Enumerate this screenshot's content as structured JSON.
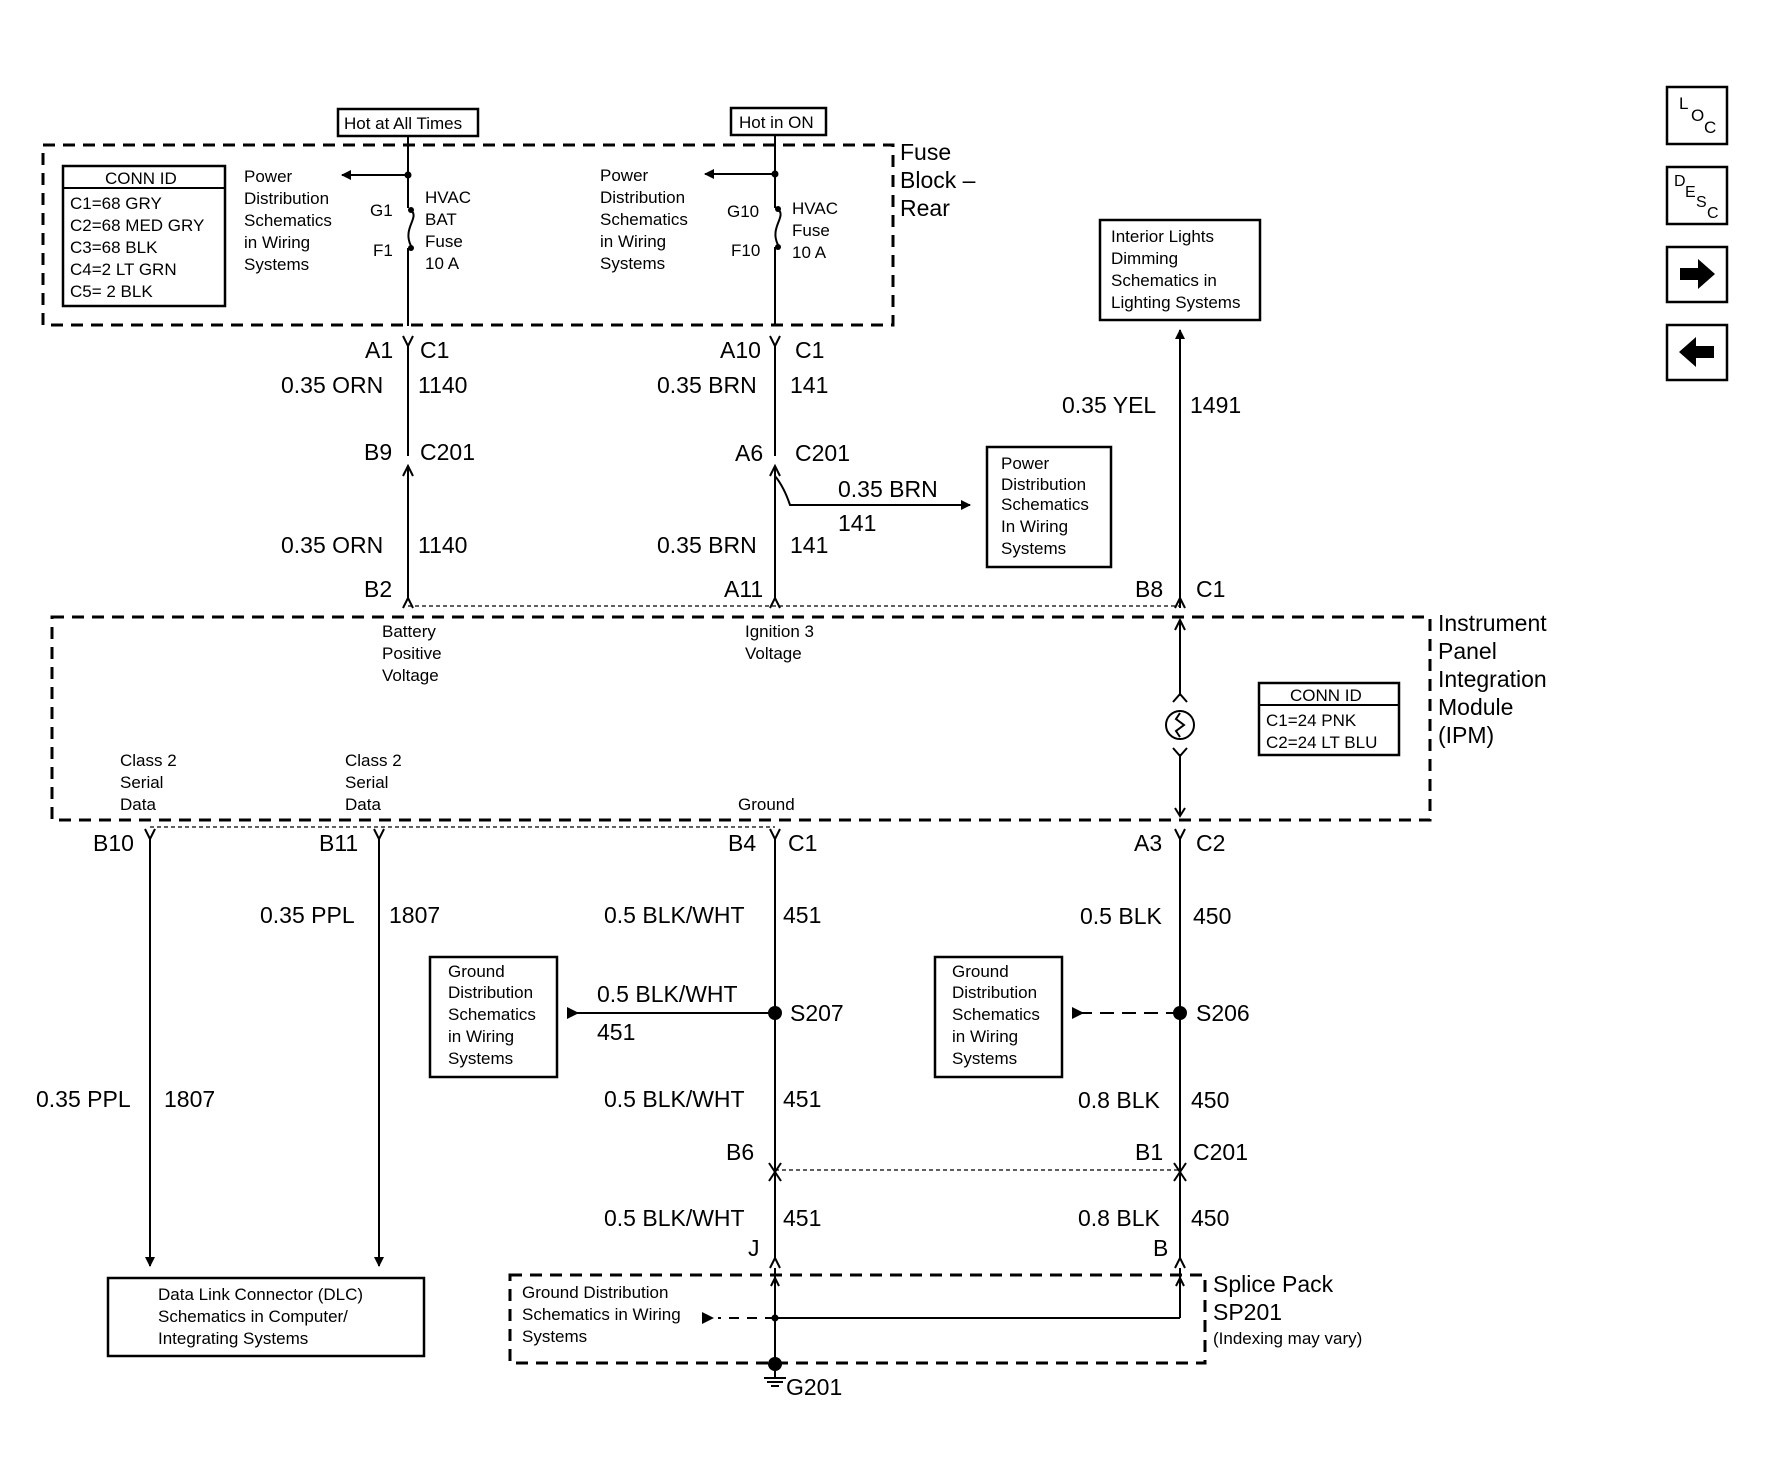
{
  "nav": {
    "loc_letters": [
      "L",
      "O",
      "C"
    ],
    "desc_letters": [
      "D",
      "E",
      "S",
      "C"
    ],
    "next_icon": "arrow-right-icon",
    "prev_icon": "arrow-left-icon"
  },
  "fuse_block": {
    "title": [
      "Fuse",
      "Block –",
      "Rear"
    ],
    "hot_all_times": "Hot at All Times",
    "hot_in_on": "Hot in ON",
    "conn_id": {
      "header": "CONN ID",
      "rows": [
        "C1=68 GRY",
        "C2=68 MED GRY",
        "C3=68 BLK",
        "C4=2 LT GRN",
        "C5= 2 BLK"
      ]
    },
    "pd_ref_1": [
      "Power",
      "Distribution",
      "Schematics",
      "in Wiring",
      "Systems"
    ],
    "pd_ref_2": [
      "Power",
      "Distribution",
      "Schematics",
      "in Wiring",
      "Systems"
    ],
    "fuse_1": {
      "top_pin": "G1",
      "bottom_pin": "F1",
      "label": [
        "HVAC",
        "BAT",
        "Fuse",
        "10 A"
      ]
    },
    "fuse_2": {
      "top_pin": "G10",
      "bottom_pin": "F10",
      "label": [
        "HVAC",
        "Fuse",
        "10 A"
      ]
    }
  },
  "interior_lights_ref": [
    "Interior Lights",
    "Dimming",
    "Schematics in",
    "Lighting Systems"
  ],
  "pd_ref_3": [
    "Power",
    "Distribution",
    "Schematics",
    "In Wiring",
    "Systems"
  ],
  "circuit_1140": {
    "pin_a1": "A1",
    "conn_c1": "C1",
    "wire_upper": "0.35 ORN",
    "num_upper": "1140",
    "pin_b9": "B9",
    "conn_c201": "C201",
    "wire_lower": "0.35 ORN",
    "num_lower": "1140",
    "pin_b2": "B2"
  },
  "circuit_141": {
    "pin_a10": "A10",
    "conn_c1": "C1",
    "wire_upper": "0.35 BRN",
    "num_upper": "141",
    "pin_a6": "A6",
    "conn_c201": "C201",
    "branch_wire": "0.35 BRN",
    "branch_num": "141",
    "wire_lower": "0.35 BRN",
    "num_lower": "141",
    "pin_a11": "A11"
  },
  "circuit_1491": {
    "wire": "0.35 YEL",
    "num": "1491",
    "pin_b8": "B8",
    "conn_c1": "C1"
  },
  "ipm": {
    "title": [
      "Instrument",
      "Panel",
      "Integration",
      "Module",
      "(IPM)"
    ],
    "battery_label": [
      "Battery",
      "Positive",
      "Voltage"
    ],
    "ignition_label": [
      "Ignition 3",
      "Voltage"
    ],
    "class2_a": [
      "Class 2",
      "Serial",
      "Data"
    ],
    "class2_b": [
      "Class 2",
      "Serial",
      "Data"
    ],
    "ground_label": "Ground",
    "conn_id": {
      "header": "CONN ID",
      "rows": [
        "C1=24 PNK",
        "C2=24 LT BLU"
      ]
    }
  },
  "circuit_1807": {
    "pin_b10": "B10",
    "pin_b11": "B11",
    "wire_b11": "0.35 PPL",
    "num_b11": "1807",
    "wire_b10": "0.35 PPL",
    "num_b10": "1807"
  },
  "dlc_ref": [
    "Data Link Connector (DLC)",
    "Schematics in Computer/",
    "Integrating Systems"
  ],
  "circuit_451": {
    "pin_b4": "B4",
    "conn_c1": "C1",
    "wire_1": "0.5 BLK/WHT",
    "num_1": "451",
    "splice": "S207",
    "branch_wire": "0.5 BLK/WHT",
    "branch_num": "451",
    "wire_2": "0.5 BLK/WHT",
    "num_2": "451",
    "pin_b6": "B6",
    "wire_3": "0.5 BLK/WHT",
    "num_3": "451",
    "pin_j": "J"
  },
  "ground_ref_1": [
    "Ground",
    "Distribution",
    "Schematics",
    "in Wiring",
    "Systems"
  ],
  "ground_ref_2": [
    "Ground",
    "Distribution",
    "Schematics",
    "in Wiring",
    "Systems"
  ],
  "circuit_450": {
    "pin_a3": "A3",
    "conn_c2": "C2",
    "wire_1": "0.5 BLK",
    "num_1": "450",
    "splice": "S206",
    "wire_2": "0.8 BLK",
    "num_2": "450",
    "pin_b1": "B1",
    "conn_c201": "C201",
    "wire_3": "0.8 BLK",
    "num_3": "450",
    "pin_b": "B"
  },
  "splice_pack": {
    "title": [
      "Splice Pack",
      "SP201"
    ],
    "note": "(Indexing may vary)",
    "ref": [
      "Ground Distribution",
      "Schematics in Wiring",
      "Systems"
    ],
    "ground": "G201"
  }
}
